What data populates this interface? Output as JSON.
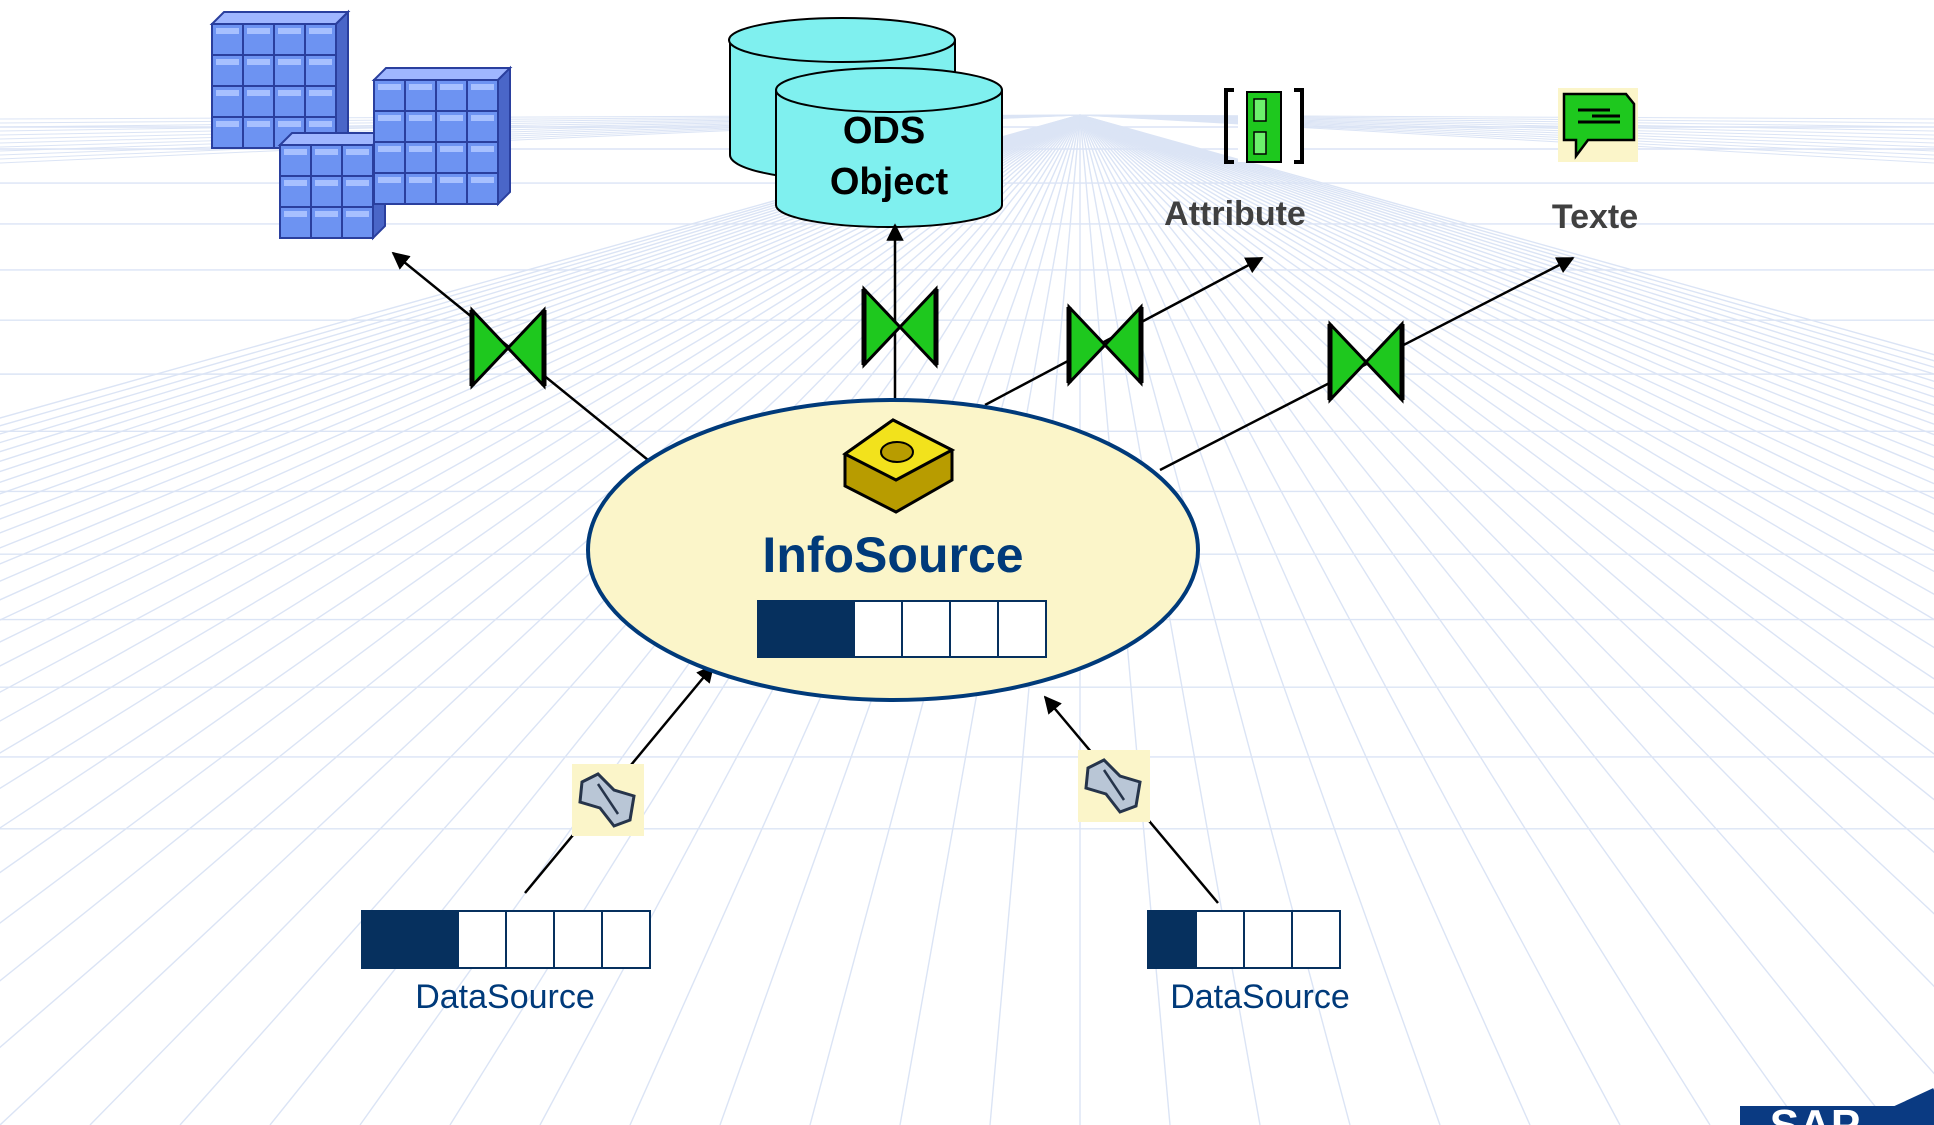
{
  "diagram": {
    "hub": {
      "label": "InfoSource"
    },
    "targets": {
      "ods": {
        "line1": "ODS",
        "line2": "Object"
      },
      "attribute": {
        "label": "Attribute"
      },
      "texte": {
        "label": "Texte"
      }
    },
    "sources": [
      {
        "label": "DataSource",
        "filled_cells": 2,
        "total_cells": 6
      },
      {
        "label": "DataSource",
        "filled_cells": 1,
        "total_cells": 4
      }
    ],
    "hub_structure": {
      "filled_cells": 2,
      "total_cells": 6
    },
    "logo": {
      "text": "SAP"
    }
  },
  "colors": {
    "hub_fill": "#fbf5c9",
    "cell_filled": "#06305e",
    "label_text": "#003a7a",
    "cube_blue": "#6d93f2",
    "cylinder_fill": "#7ff0ef",
    "transfer_green": "#1ec81e",
    "grid_line": "#dbe4f5"
  }
}
